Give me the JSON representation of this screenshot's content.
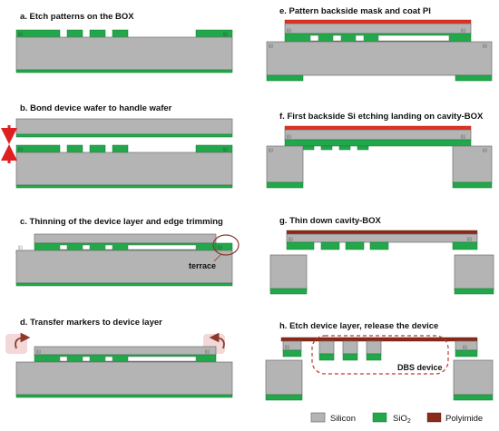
{
  "steps": {
    "a": "a. Etch patterns on the BOX",
    "b": "b. Bond device wafer to handle wafer",
    "c": "c. Thinning of the device layer and edge trimming",
    "d": "d. Transfer markers to device layer",
    "e": "e. Pattern backside mask and coat PI",
    "f": "f. First backside Si etching landing on cavity-BOX",
    "g": "g. Thin down cavity-BOX",
    "h": "h. Etch device layer, release the device"
  },
  "annotations": {
    "terrace": "terrace",
    "dbs_device": "DBS device"
  },
  "legend": {
    "silicon": "Silicon",
    "sio2_prefix": "SiO",
    "sio2_sub": "2",
    "polyimide": "Polyimide"
  },
  "marker_text": "⌷⌷",
  "colors": {
    "silicon": "#b4b4b4",
    "sio2": "#22a84a",
    "polyimide": "#8a2a1a",
    "arrow": "#e02020",
    "dashed_outline": "#c0392b"
  }
}
